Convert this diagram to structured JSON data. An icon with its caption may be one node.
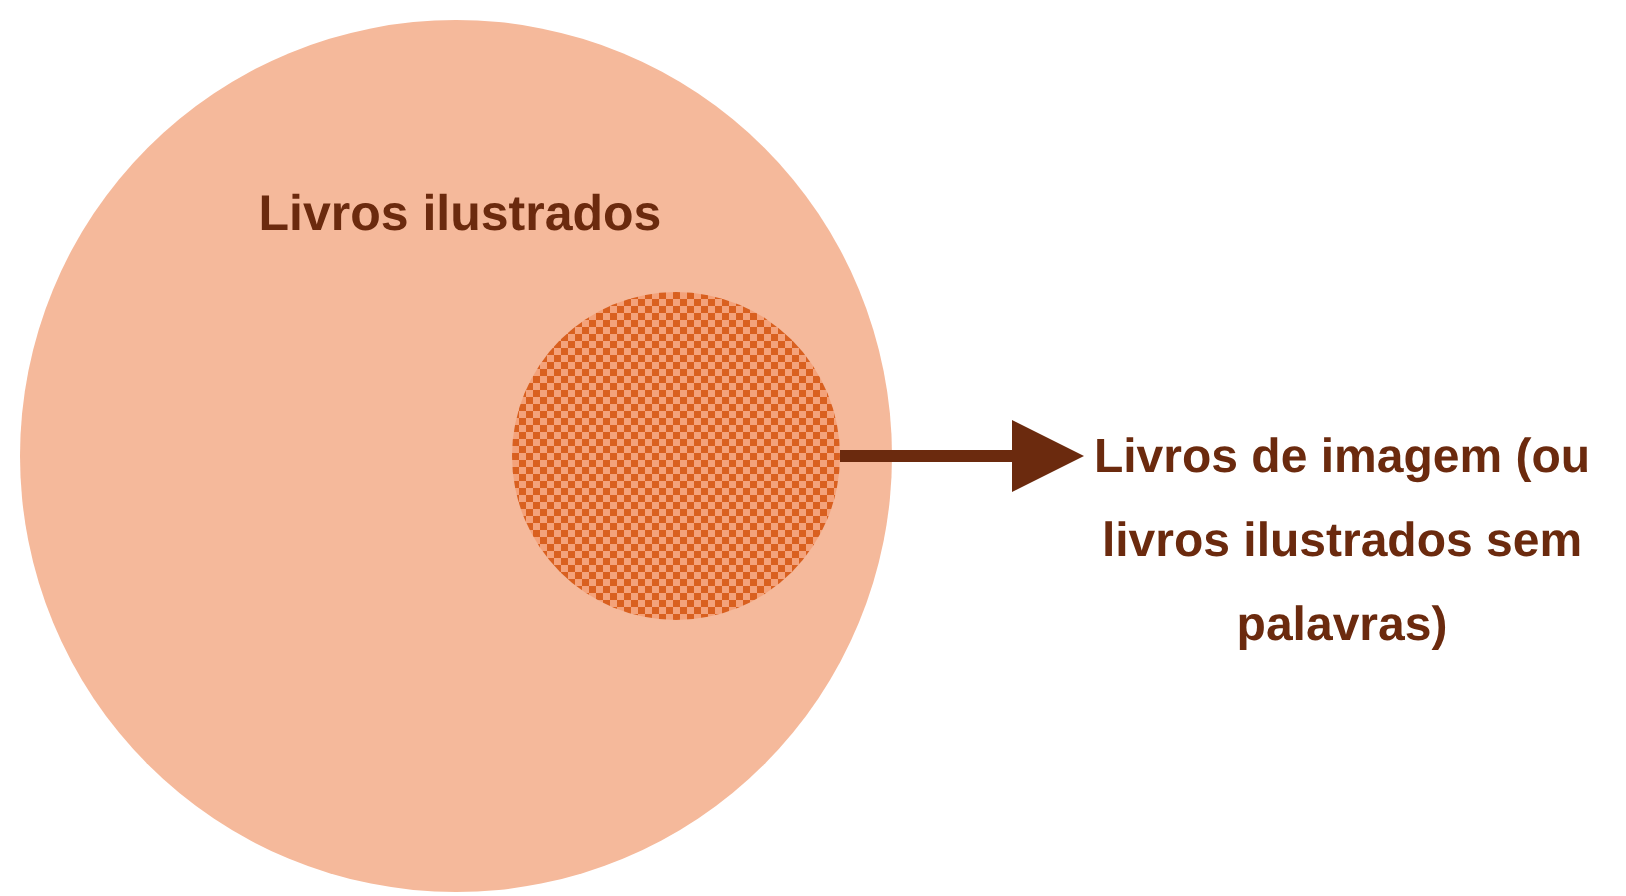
{
  "diagram": {
    "nodes": [
      {
        "text": [
          "Livros ilustrados"
        ]
      },
      {
        "text": [],
        "shape": "circle",
        "in": 0
      },
      {
        "text": [
          "Livros de imagem (ou livros ilustrados sem palavras)"
        ]
      }
    ],
    "edges": [
      {
        "from": 1,
        "to": 2,
        "arrow": "to"
      }
    ]
  }
}
